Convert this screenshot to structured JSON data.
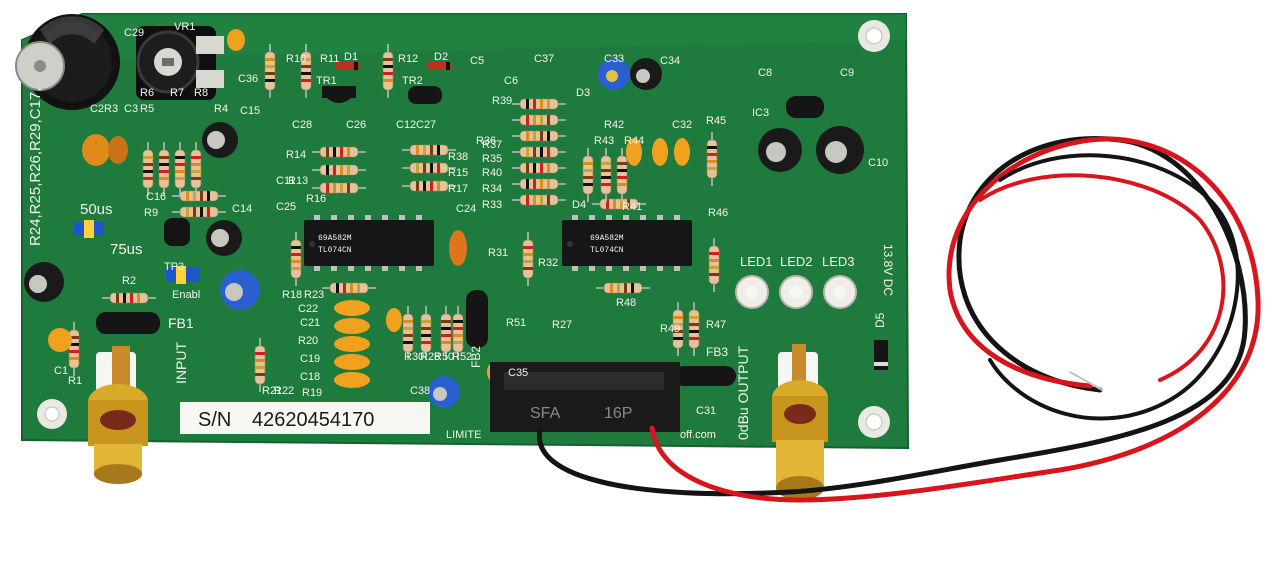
{
  "board": {
    "serial_label": "S/N",
    "serial_number": "42620454170",
    "footer_text": "LIMITE",
    "website_text": "off.com",
    "power_label": "13.8V DC",
    "diode_label": "D5",
    "input_label": "INPUT",
    "output_label": "0dBu OUTPUT",
    "ferrite_labels": [
      "FB1",
      "FB2",
      "FB3"
    ],
    "led_labels": [
      "LED1",
      "LED2",
      "LED3"
    ],
    "pre_emphasis": [
      "50us",
      "75us"
    ],
    "enable_label": "Enabl",
    "side_label": "R24,R25,R26,R29,C17,",
    "ic_labels": [
      "TL074CN",
      "TL074CN"
    ],
    "ic_codes": [
      "69A582M",
      "69A582M"
    ],
    "connector_labels": [
      "SFA",
      "16P"
    ],
    "ref_left": [
      "R1",
      "R2",
      "R3",
      "R4",
      "R5",
      "R6",
      "R7",
      "R8",
      "R9",
      "R10",
      "R11",
      "R12",
      "R13",
      "R14",
      "R15",
      "R16",
      "R17",
      "R18",
      "R19",
      "R20",
      "R21",
      "R22",
      "R23"
    ],
    "ref_caps": [
      "C1",
      "C2",
      "C3",
      "C5",
      "C6",
      "C8",
      "C9",
      "C10",
      "C11",
      "C12",
      "C14",
      "C15",
      "C16",
      "C18",
      "C19",
      "C21",
      "C22",
      "C24",
      "C25",
      "C26",
      "C27",
      "C28",
      "C29",
      "C31",
      "C32",
      "C33",
      "C34",
      "C35",
      "C36",
      "C37",
      "C38"
    ],
    "ref_right": [
      "R27",
      "R28",
      "R30",
      "R31",
      "R32",
      "R33",
      "R34",
      "R35",
      "R36",
      "R37",
      "R38",
      "R39",
      "R40",
      "R41",
      "R42",
      "R43",
      "R44",
      "R45",
      "R46",
      "R47",
      "R48",
      "R49",
      "R50",
      "R51",
      "R52"
    ],
    "ref_misc": [
      "D1",
      "D2",
      "D3",
      "D4",
      "TR1",
      "TR2",
      "TP3",
      "IC3",
      "VR1"
    ],
    "colors": {
      "pcb": "#1f7a3e",
      "pcb_edge": "#17612f",
      "silkscreen": "#f4f4ec",
      "wire_red": "#d8141c",
      "wire_black": "#141414",
      "gold": "#d9a92a",
      "jumper_blue": "#1e55c8"
    },
    "icons": [
      "rca-jack-icon",
      "electrolytic-capacitor-icon",
      "resistor-icon",
      "ic-chip-icon",
      "led-icon",
      "potentiometer-icon",
      "ribbon-connector-icon",
      "mounting-hole-icon",
      "wire-icon"
    ]
  }
}
